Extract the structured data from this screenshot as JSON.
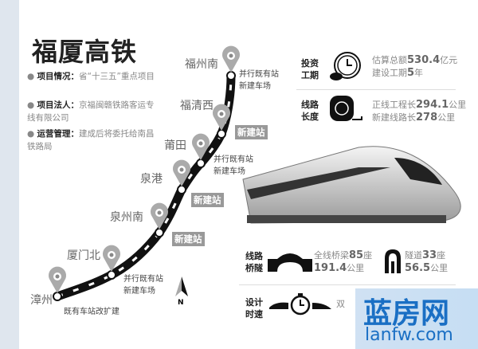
{
  "title": "福厦高铁",
  "info": [
    {
      "label": "项目情况：",
      "text": "省“十三五”重点项目"
    },
    {
      "label": "项目法人：",
      "text": "京福闽赣铁路客运专线有限公司"
    },
    {
      "label": "运营管理：",
      "text": "建成后将委托给南昌铁路局"
    }
  ],
  "stations": [
    "福州南",
    "福清西",
    "莆田",
    "泉港",
    "泉州南",
    "厦门北",
    "漳州"
  ],
  "notes": {
    "parallel1": "并行既有站",
    "parallel2": "新建车场",
    "new_station": "新建站",
    "expand": "既有车站改扩建"
  },
  "compass": "N",
  "facts": {
    "invest": {
      "label1": "投资",
      "label2": "工期",
      "line1_pre": "估算总额",
      "line1_num": "530.4",
      "line1_unit": "亿元",
      "line2_pre": "建设工期",
      "line2_num": "5",
      "line2_unit": "年"
    },
    "length": {
      "label1": "线路",
      "label2": "长度",
      "line1_pre": "正线工程长",
      "line1_num": "294.1",
      "line1_unit": "公里",
      "line2_pre": "新建线路长",
      "line2_num": "278",
      "line2_unit": "公里"
    },
    "bridge": {
      "label1": "线路",
      "label2": "桥隧",
      "b1_pre": "全线桥梁",
      "b1_num": "85",
      "b1_unit": "座",
      "b2_num": "191.4",
      "b2_unit": "公里",
      "t1_pre": "隧道",
      "t1_num": "33",
      "t1_unit": "座",
      "t2_num": "56.5",
      "t2_unit": "公里"
    },
    "speed": {
      "label1": "设计",
      "label2": "时速",
      "text": "双"
    }
  },
  "watermark": {
    "name": "蓝房网",
    "url": "lanfw.com"
  }
}
